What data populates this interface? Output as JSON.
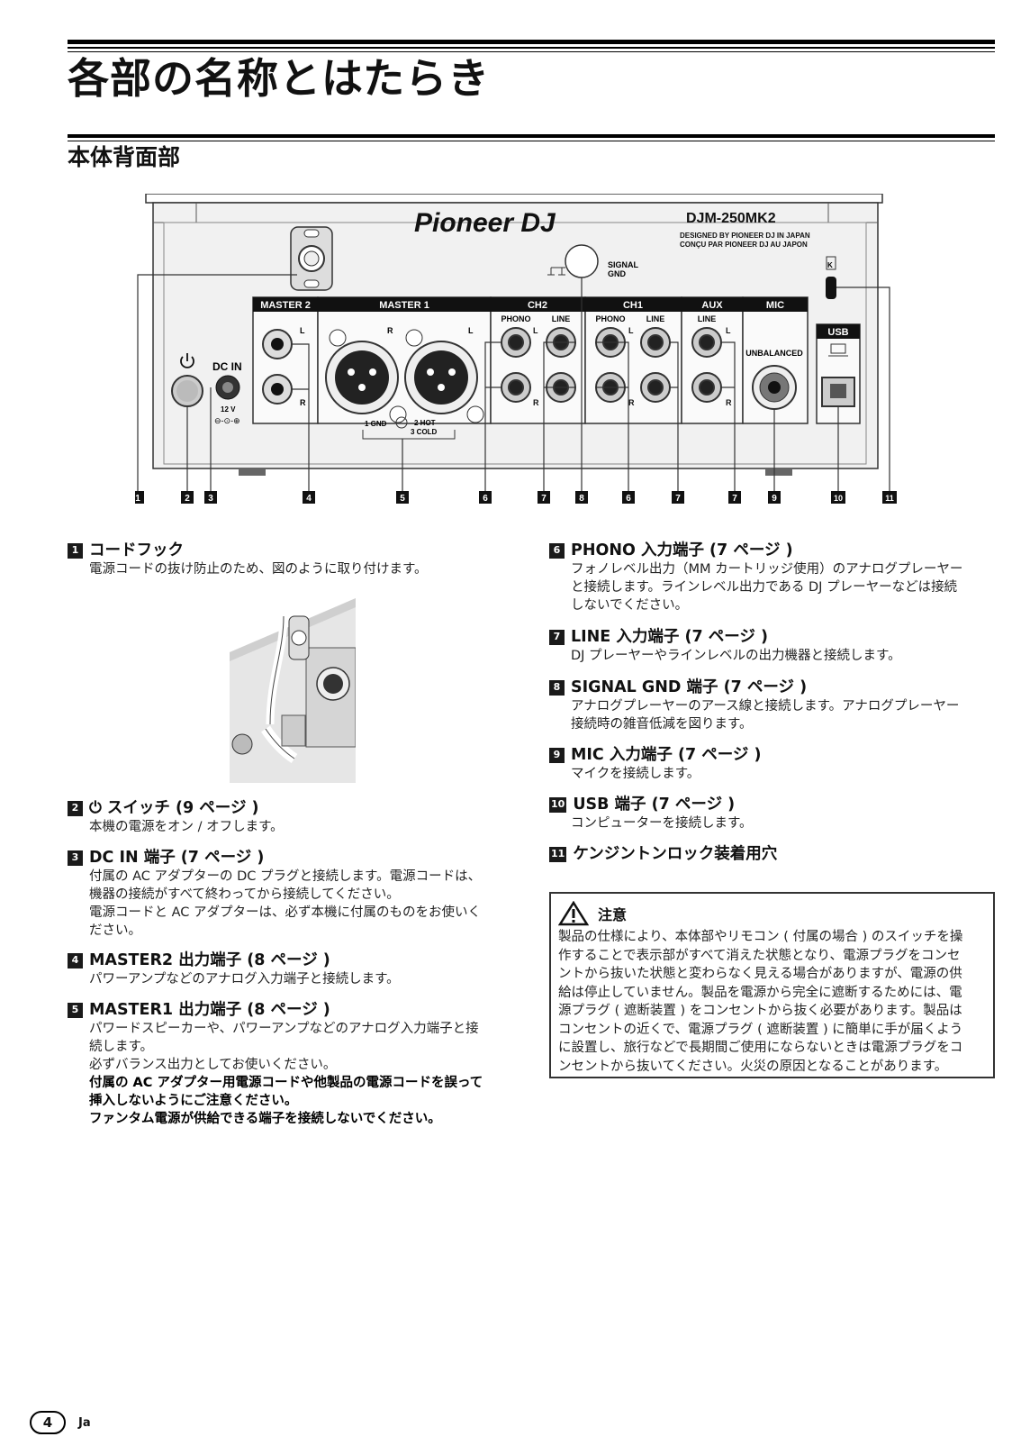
{
  "page": {
    "title": "各部の名称とはたらき",
    "subtitle": "本体背面部",
    "page_number": "4",
    "lang": "Ja"
  },
  "diagram": {
    "brand": "Pioneer DJ",
    "model": "DJM-250MK2",
    "designed_line1": "DESIGNED BY PIONEER DJ IN JAPAN",
    "designed_line2": "CONÇU PAR PIONEER DJ AU JAPON",
    "signal_gnd_1": "SIGNAL",
    "signal_gnd_2": "GND",
    "dc_in": "DC IN",
    "dc_volt": "12 V",
    "section_master2": "MASTER 2",
    "section_master1": "MASTER 1",
    "section_ch2": "CH2",
    "section_ch1": "CH1",
    "section_aux": "AUX",
    "section_mic": "MIC",
    "section_usb": "USB",
    "phono": "PHONO",
    "line": "LINE",
    "unbalanced": "UNBALANCED",
    "l": "L",
    "r": "R",
    "xlr_1": "1 GND",
    "xlr_2": "2 HOT",
    "xlr_3": "3 COLD",
    "callouts": [
      "1",
      "2",
      "3",
      "4",
      "5",
      "6",
      "7",
      "8",
      "6",
      "7",
      "7",
      "9",
      "10",
      "11"
    ]
  },
  "items_left": [
    {
      "num": "1",
      "title": "コードフック",
      "body": [
        "電源コードの抜け防止のため、図のように取り付けます。"
      ]
    },
    {
      "num": "2",
      "title": "⏻ スイッチ (9 ページ )",
      "body": [
        "本機の電源をオン / オフします。"
      ]
    },
    {
      "num": "3",
      "title": "DC IN 端子 (7 ページ )",
      "body": [
        "付属の AC アダプターの DC プラグと接続します。電源コードは、",
        "機器の接続がすべて終わってから接続してください。",
        "電源コードと AC アダプターは、必ず本機に付属のものをお使いく",
        "ださい。"
      ]
    },
    {
      "num": "4",
      "title": "MASTER2 出力端子 (8 ページ )",
      "body": [
        "パワーアンプなどのアナログ入力端子と接続します。"
      ]
    },
    {
      "num": "5",
      "title": "MASTER1 出力端子 (8 ページ )",
      "body": [
        "パワードスピーカーや、パワーアンプなどのアナログ入力端子と接",
        "続します。",
        "必ずバランス出力としてお使いください。"
      ],
      "bold": [
        "付属の AC アダプター用電源コードや他製品の電源コードを誤って",
        "挿入しないようにご注意ください。",
        "ファンタム電源が供給できる端子を接続しないでください。"
      ]
    }
  ],
  "items_right": [
    {
      "num": "6",
      "title": "PHONO 入力端子 (7 ページ )",
      "body": [
        "フォノレベル出力（MM カートリッジ使用）のアナログプレーヤー",
        "と接続します。ラインレベル出力である DJ プレーヤーなどは接続",
        "しないでください。"
      ]
    },
    {
      "num": "7",
      "title": "LINE 入力端子 (7 ページ )",
      "body": [
        "DJ プレーヤーやラインレベルの出力機器と接続します。"
      ]
    },
    {
      "num": "8",
      "title": "SIGNAL GND 端子 (7 ページ )",
      "body": [
        "アナログプレーヤーのアース線と接続します。アナログプレーヤー",
        "接続時の雑音低減を図ります。"
      ]
    },
    {
      "num": "9",
      "title": "MIC 入力端子 (7 ページ )",
      "body": [
        "マイクを接続します。"
      ]
    },
    {
      "num": "10",
      "title": "USB 端子 (7 ページ )",
      "body": [
        "コンピューターを接続します。"
      ]
    },
    {
      "num": "11",
      "title": "ケンジントンロック装着用穴",
      "body": []
    }
  ],
  "caution": {
    "title": "注意",
    "body": [
      "製品の仕様により、本体部やリモコン ( 付属の場合 ) のスイッチを操",
      "作することで表示部がすべて消えた状態となり、電源プラグをコンセ",
      "ントから抜いた状態と変わらなく見える場合がありますが、電源の供",
      "給は停止していません。製品を電源から完全に遮断するためには、電",
      "源プラグ ( 遮断装置 ) をコンセントから抜く必要があります。製品は",
      "コンセントの近くで、電源プラグ ( 遮断装置 ) に簡単に手が届くよう",
      "に設置し、旅行などで長期間ご使用にならないときは電源プラグをコ",
      "ンセントから抜いてください。火災の原因となることがあります。"
    ]
  }
}
